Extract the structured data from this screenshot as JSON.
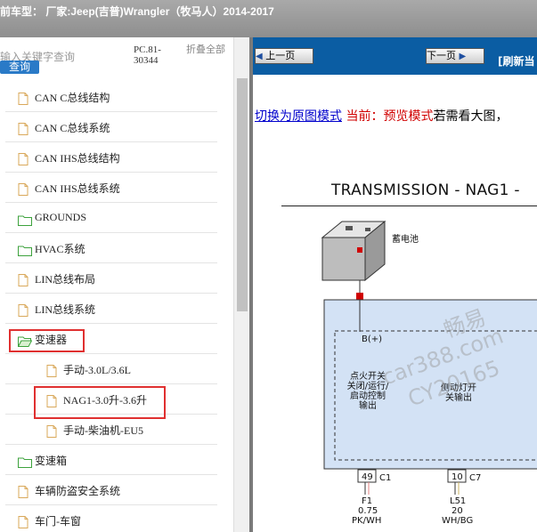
{
  "window": {
    "title": "前车型： 厂家:Jeep(吉普)Wrangler（牧马人）2014-2017"
  },
  "search": {
    "placeholder": "输入关键字查询",
    "button": "查询"
  },
  "doc_code": "PC.81-30344",
  "collapse_all": "折叠全部",
  "tree": [
    {
      "label": "CAN C总线结构",
      "icon": "file-icon"
    },
    {
      "label": "CAN C总线系统",
      "icon": "file-icon"
    },
    {
      "label": "CAN IHS总线结构",
      "icon": "file-icon"
    },
    {
      "label": "CAN IHS总线系统",
      "icon": "file-icon"
    },
    {
      "label": "GROUNDS",
      "icon": "folder-icon"
    },
    {
      "label": "HVAC系统",
      "icon": "folder-icon"
    },
    {
      "label": "LIN总线布局",
      "icon": "file-icon"
    },
    {
      "label": "LIN总线系统",
      "icon": "file-icon"
    },
    {
      "label": "变速器",
      "icon": "folder-open-icon"
    },
    {
      "label": "手动-3.0L/3.6L",
      "icon": "file-icon"
    },
    {
      "label": "NAG1-3.0升-3.6升",
      "icon": "file-icon"
    },
    {
      "label": "手动-柴油机-EU5",
      "icon": "file-icon"
    },
    {
      "label": "变速箱",
      "icon": "folder-icon"
    },
    {
      "label": "车辆防盗安全系统",
      "icon": "file-icon"
    },
    {
      "label": "车门-车窗",
      "icon": "file-icon"
    }
  ],
  "viewer": {
    "prev_button": "上一页",
    "next_button": "下一页",
    "refresh": "[刷新当",
    "switch_link": "切换为原图模式",
    "current_label": "当前：预览模式",
    "hint": "若需看大图，"
  },
  "diagram": {
    "title": "TRANSMISSION - NAG1 -",
    "battery": "蓄电池",
    "b_plus": "B(+)",
    "ignition_box": [
      "点火开关",
      "关闭/运行/",
      "启动控制",
      "输出"
    ],
    "side_lamp": [
      "侧动灯开",
      "关输出"
    ],
    "conn1": {
      "pin": "49",
      "name": "C1",
      "fuse": "F1",
      "gauge": "0.75",
      "color": "PK/WH"
    },
    "conn2": {
      "pin": "10",
      "name": "C7",
      "fuse": "L51",
      "gauge": "20",
      "color": "WH/BG"
    },
    "watermark": [
      "畅易",
      "car388.com",
      "CY20165"
    ]
  },
  "colors": {
    "nav_blue": "#0b5da3",
    "highlight_red": "#e03030",
    "box_blue": "#d3e2f5"
  }
}
